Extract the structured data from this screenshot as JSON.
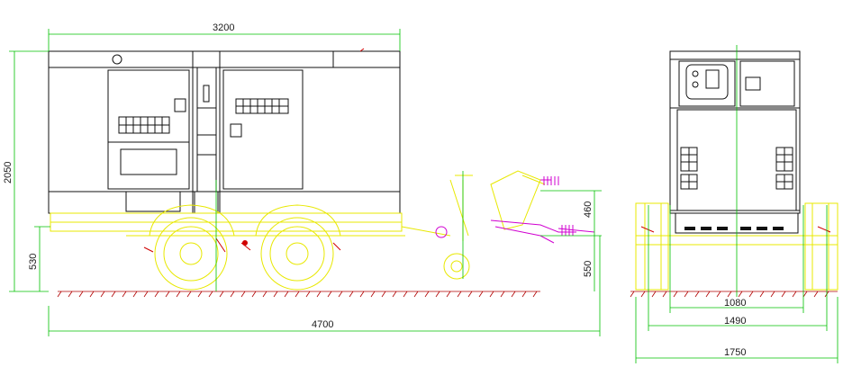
{
  "side_view": {
    "dim_top_length": "3200",
    "dim_total_length": "4700",
    "dim_total_height": "2050",
    "dim_chassis_height": "530",
    "dim_hitch_height_upper": "460",
    "dim_hitch_height_lower": "550"
  },
  "front_view": {
    "dim_inner_width": "1080",
    "dim_mid_width": "1490",
    "dim_total_width": "1750"
  },
  "colors": {
    "dimension": "#00c000",
    "outline": "#111111",
    "trailer": "#e8e800",
    "hitch_spring": "#d000d0",
    "markers": "#d00000"
  }
}
